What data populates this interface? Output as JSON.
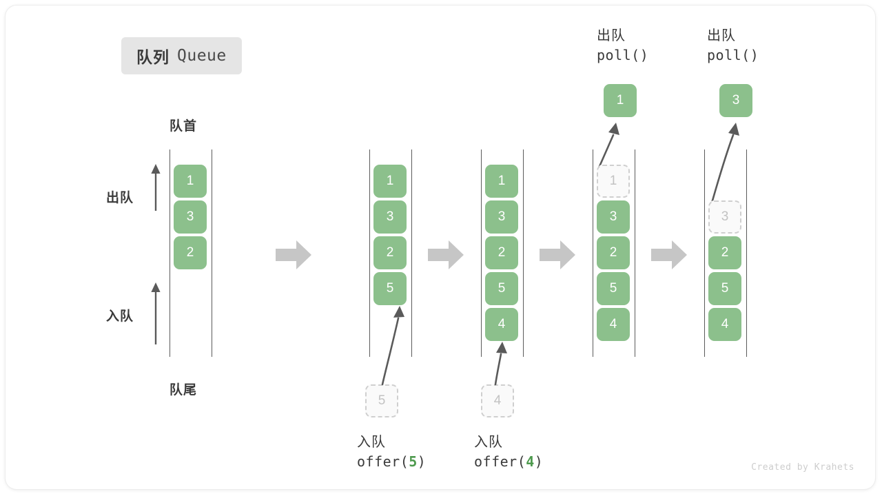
{
  "diagram": {
    "title_cn": "队列",
    "title_en": "Queue",
    "front_label": "队首",
    "rear_label": "队尾",
    "dequeue_side_label": "出队",
    "enqueue_side_label": "入队",
    "credit": "Created by Krahets",
    "colors": {
      "element_fill": "#8cc08c",
      "element_text": "#ffffff",
      "ghost_border": "#cfcfcf",
      "ghost_text": "#c2c2c2",
      "rail": "#5a5a5a",
      "flow_arrow": "#c6c6c6",
      "motion_arrow": "#5a5a5a",
      "badge_bg": "#e5e5e5",
      "text_dark": "#3a3a3a",
      "code_number": "#4e9a4e"
    },
    "stages": [
      {
        "id": "initial",
        "items": [
          "1",
          "3",
          "2"
        ],
        "ghost_index": null,
        "ghost_value": null,
        "incoming_value": null,
        "popped_value": null,
        "caption_cn": null,
        "caption_code": null,
        "caption_arg": null
      },
      {
        "id": "offer-5",
        "items": [
          "1",
          "3",
          "2",
          "5"
        ],
        "ghost_index": null,
        "ghost_value": null,
        "incoming_value": "5",
        "popped_value": null,
        "caption_cn": "入队",
        "caption_code_prefix": "offer(",
        "caption_arg": "5",
        "caption_code_suffix": ")"
      },
      {
        "id": "offer-4",
        "items": [
          "1",
          "3",
          "2",
          "5",
          "4"
        ],
        "ghost_index": null,
        "ghost_value": null,
        "incoming_value": "4",
        "popped_value": null,
        "caption_cn": "入队",
        "caption_code_prefix": "offer(",
        "caption_arg": "4",
        "caption_code_suffix": ")"
      },
      {
        "id": "poll-1",
        "items": [
          "1",
          "3",
          "2",
          "5",
          "4"
        ],
        "ghost_index": 0,
        "ghost_value": "1",
        "incoming_value": null,
        "popped_value": "1",
        "caption_cn": "出队",
        "caption_code_prefix": "poll(",
        "caption_arg": "",
        "caption_code_suffix": ")"
      },
      {
        "id": "poll-3",
        "items": [
          "3",
          "2",
          "5",
          "4"
        ],
        "ghost_index": 1,
        "ghost_value": "3",
        "incoming_value": null,
        "popped_value": "3",
        "caption_cn": "出队",
        "caption_code_prefix": "poll(",
        "caption_arg": "",
        "caption_code_suffix": ")"
      }
    ]
  }
}
